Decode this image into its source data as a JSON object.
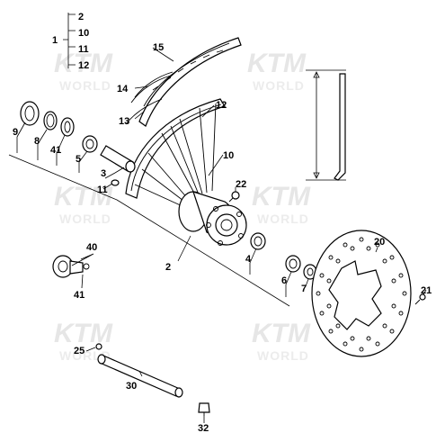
{
  "watermark": {
    "brand": "KTM",
    "sub": "WORLD"
  },
  "callouts": {
    "p1": "1",
    "p1_list": [
      "2",
      "10",
      "11",
      "12"
    ],
    "p2": "2",
    "p3": "3",
    "p4": "4",
    "p5": "5",
    "p6": "6",
    "p7": "7",
    "p8": "8",
    "p9": "9",
    "p10": "10",
    "p11": "11",
    "p12": "12",
    "p13": "13",
    "p14": "14",
    "p15": "15",
    "p20": "20",
    "p21": "21",
    "p22": "22",
    "p25": "25",
    "p30": "30",
    "p32": "32",
    "p40": "40",
    "p41a": "41",
    "p41b": "41"
  }
}
